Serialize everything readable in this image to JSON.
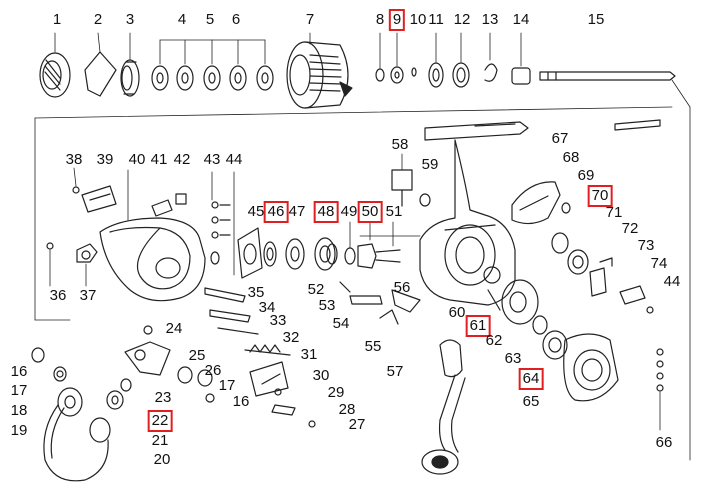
{
  "diagram": {
    "highlight_color": "#e02020",
    "line_color": "#222222",
    "labels": [
      {
        "id": "1",
        "text": "1",
        "highlighted": false
      },
      {
        "id": "2",
        "text": "2",
        "highlighted": false
      },
      {
        "id": "3",
        "text": "3",
        "highlighted": false
      },
      {
        "id": "4",
        "text": "4",
        "highlighted": false
      },
      {
        "id": "5",
        "text": "5",
        "highlighted": false
      },
      {
        "id": "6",
        "text": "6",
        "highlighted": false
      },
      {
        "id": "7",
        "text": "7",
        "highlighted": false
      },
      {
        "id": "8",
        "text": "8",
        "highlighted": false
      },
      {
        "id": "9",
        "text": "9",
        "highlighted": true
      },
      {
        "id": "10",
        "text": "10",
        "highlighted": false
      },
      {
        "id": "11",
        "text": "11",
        "highlighted": false
      },
      {
        "id": "12",
        "text": "12",
        "highlighted": false
      },
      {
        "id": "13",
        "text": "13",
        "highlighted": false
      },
      {
        "id": "14",
        "text": "14",
        "highlighted": false
      },
      {
        "id": "15",
        "text": "15",
        "highlighted": false
      },
      {
        "id": "67",
        "text": "67",
        "highlighted": false
      },
      {
        "id": "58",
        "text": "58",
        "highlighted": false
      },
      {
        "id": "68",
        "text": "68",
        "highlighted": false
      },
      {
        "id": "38",
        "text": "38",
        "highlighted": false
      },
      {
        "id": "39",
        "text": "39",
        "highlighted": false
      },
      {
        "id": "40",
        "text": "40",
        "highlighted": false
      },
      {
        "id": "41",
        "text": "41",
        "highlighted": false
      },
      {
        "id": "42",
        "text": "42",
        "highlighted": false
      },
      {
        "id": "43",
        "text": "43",
        "highlighted": false
      },
      {
        "id": "44a",
        "text": "44",
        "highlighted": false
      },
      {
        "id": "59",
        "text": "59",
        "highlighted": false
      },
      {
        "id": "69",
        "text": "69",
        "highlighted": false
      },
      {
        "id": "70",
        "text": "70",
        "highlighted": true
      },
      {
        "id": "45",
        "text": "45",
        "highlighted": false
      },
      {
        "id": "46",
        "text": "46",
        "highlighted": true
      },
      {
        "id": "47",
        "text": "47",
        "highlighted": false
      },
      {
        "id": "48",
        "text": "48",
        "highlighted": true
      },
      {
        "id": "49",
        "text": "49",
        "highlighted": false
      },
      {
        "id": "50",
        "text": "50",
        "highlighted": true
      },
      {
        "id": "51",
        "text": "51",
        "highlighted": false
      },
      {
        "id": "71",
        "text": "71",
        "highlighted": false
      },
      {
        "id": "72",
        "text": "72",
        "highlighted": false
      },
      {
        "id": "73",
        "text": "73",
        "highlighted": false
      },
      {
        "id": "74",
        "text": "74",
        "highlighted": false
      },
      {
        "id": "44b",
        "text": "44",
        "highlighted": false
      },
      {
        "id": "36",
        "text": "36",
        "highlighted": false
      },
      {
        "id": "37",
        "text": "37",
        "highlighted": false
      },
      {
        "id": "35",
        "text": "35",
        "highlighted": false
      },
      {
        "id": "52",
        "text": "52",
        "highlighted": false
      },
      {
        "id": "56",
        "text": "56",
        "highlighted": false
      },
      {
        "id": "53",
        "text": "53",
        "highlighted": false
      },
      {
        "id": "34",
        "text": "34",
        "highlighted": false
      },
      {
        "id": "54",
        "text": "54",
        "highlighted": false
      },
      {
        "id": "60",
        "text": "60",
        "highlighted": false
      },
      {
        "id": "61",
        "text": "61",
        "highlighted": true
      },
      {
        "id": "62",
        "text": "62",
        "highlighted": false
      },
      {
        "id": "24",
        "text": "24",
        "highlighted": false
      },
      {
        "id": "33",
        "text": "33",
        "highlighted": false
      },
      {
        "id": "32",
        "text": "32",
        "highlighted": false
      },
      {
        "id": "55",
        "text": "55",
        "highlighted": false
      },
      {
        "id": "25",
        "text": "25",
        "highlighted": false
      },
      {
        "id": "31",
        "text": "31",
        "highlighted": false
      },
      {
        "id": "16a",
        "text": "16",
        "highlighted": false
      },
      {
        "id": "26",
        "text": "26",
        "highlighted": false
      },
      {
        "id": "57",
        "text": "57",
        "highlighted": false
      },
      {
        "id": "63",
        "text": "63",
        "highlighted": false
      },
      {
        "id": "30",
        "text": "30",
        "highlighted": false
      },
      {
        "id": "17a",
        "text": "17",
        "highlighted": false
      },
      {
        "id": "17b",
        "text": "17",
        "highlighted": false
      },
      {
        "id": "23",
        "text": "23",
        "highlighted": false
      },
      {
        "id": "64",
        "text": "64",
        "highlighted": true
      },
      {
        "id": "29",
        "text": "29",
        "highlighted": false
      },
      {
        "id": "18",
        "text": "18",
        "highlighted": false
      },
      {
        "id": "16b",
        "text": "16",
        "highlighted": false
      },
      {
        "id": "65",
        "text": "65",
        "highlighted": false
      },
      {
        "id": "28",
        "text": "28",
        "highlighted": false
      },
      {
        "id": "19",
        "text": "19",
        "highlighted": false
      },
      {
        "id": "22",
        "text": "22",
        "highlighted": true
      },
      {
        "id": "27",
        "text": "27",
        "highlighted": false
      },
      {
        "id": "21",
        "text": "21",
        "highlighted": false
      },
      {
        "id": "66",
        "text": "66",
        "highlighted": false
      },
      {
        "id": "20",
        "text": "20",
        "highlighted": false
      }
    ]
  }
}
